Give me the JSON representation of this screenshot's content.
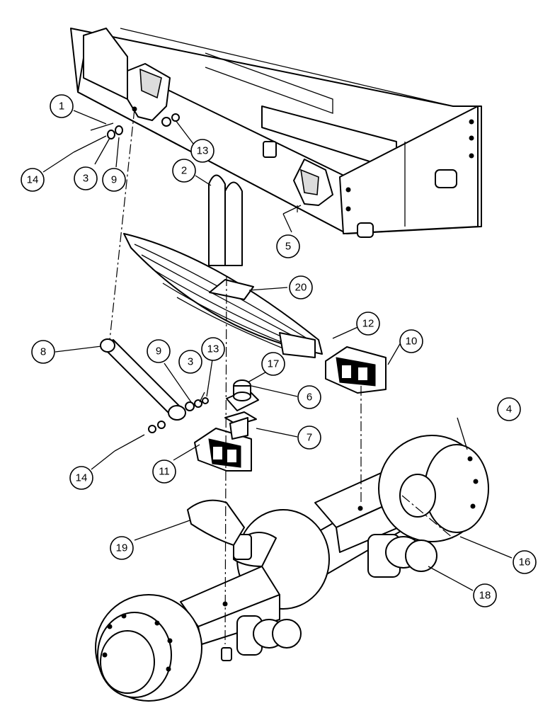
{
  "callouts": [
    {
      "id": "c1",
      "label": "1"
    },
    {
      "id": "c2",
      "label": "2"
    },
    {
      "id": "c3a",
      "label": "3"
    },
    {
      "id": "c3b",
      "label": "3"
    },
    {
      "id": "c4",
      "label": "4"
    },
    {
      "id": "c5",
      "label": "5"
    },
    {
      "id": "c6",
      "label": "6"
    },
    {
      "id": "c7",
      "label": "7"
    },
    {
      "id": "c8",
      "label": "8"
    },
    {
      "id": "c9a",
      "label": "9"
    },
    {
      "id": "c9b",
      "label": "9"
    },
    {
      "id": "c10",
      "label": "10"
    },
    {
      "id": "c11",
      "label": "11"
    },
    {
      "id": "c12",
      "label": "12"
    },
    {
      "id": "c13a",
      "label": "13"
    },
    {
      "id": "c13b",
      "label": "13"
    },
    {
      "id": "c14a",
      "label": "14"
    },
    {
      "id": "c14b",
      "label": "14"
    },
    {
      "id": "c16",
      "label": "16"
    },
    {
      "id": "c17",
      "label": "17"
    },
    {
      "id": "c18",
      "label": "18"
    },
    {
      "id": "c19",
      "label": "19"
    },
    {
      "id": "c20",
      "label": "20"
    }
  ]
}
